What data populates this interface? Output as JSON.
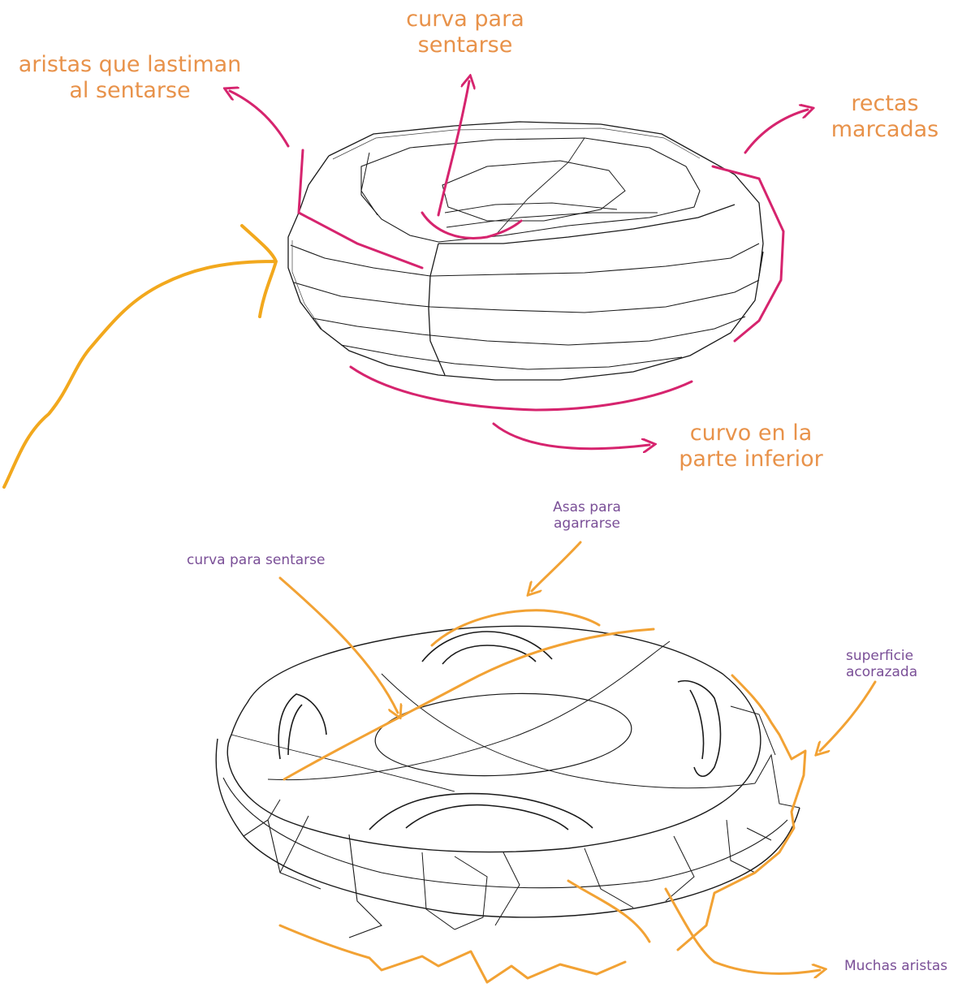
{
  "upper_sketch": {
    "labels": {
      "aristas": [
        "aristas que lastiman",
        "al sentarse"
      ],
      "curva": [
        "curva para",
        "sentarse"
      ],
      "rectas": [
        "rectas",
        "marcadas"
      ],
      "curvo": [
        "curvo en la",
        "parte inferior"
      ]
    }
  },
  "lower_sketch": {
    "labels": {
      "asas": [
        "Asas para",
        "agarrarse"
      ],
      "curva": "curva para sentarse",
      "superficie": [
        "superficie",
        "acorazada"
      ],
      "aristas": "Muchas aristas"
    }
  },
  "colors": {
    "upper_label": "#e8924a",
    "upper_arrow": "#d6246e",
    "lower_label": "#7a4f97",
    "lower_arrow": "#f2a234",
    "connector": "#f2a81d",
    "ink": "#1a1a1a"
  }
}
